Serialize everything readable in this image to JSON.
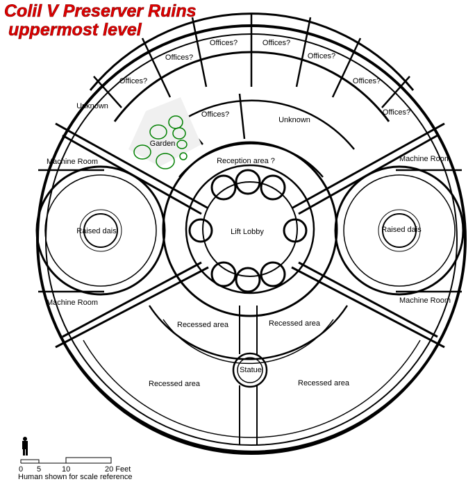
{
  "title": {
    "line1": "Colil V Preserver Ruins",
    "line2": "uppermost level"
  },
  "rooms": {
    "offices_top_left": "Offices?",
    "offices_top_right": "Offices?",
    "offices_upper_left": "Offices?",
    "offices_upper_right": "Offices?",
    "offices_mid_left": "Offices?",
    "offices_mid_right": "Offices?",
    "offices_inner": "Offices?",
    "offices_far_right": "Offices?",
    "unknown_left": "Unknown",
    "unknown_center": "Unknown",
    "garden": "Garden",
    "reception": "Reception area ?",
    "machine_room_ul": "Machine Room",
    "machine_room_ur": "Machine Room",
    "machine_room_ll": "Machine Room",
    "machine_room_lr": "Machine Room",
    "raised_dais_left": "Raised dais",
    "raised_dais_right": "Raised dais",
    "lift_lobby": "Lift Lobby",
    "recessed_1": "Recessed area",
    "recessed_2": "Recessed area",
    "recessed_3": "Recessed area",
    "recessed_4": "Recessed area",
    "statue": "Statue"
  },
  "scale": {
    "ticks": [
      "0",
      "5",
      "10",
      "20 Feet"
    ],
    "note": "Human shown for scale reference"
  },
  "colors": {
    "title": "#e00000",
    "garden": "#008000",
    "lines": "#000000"
  }
}
